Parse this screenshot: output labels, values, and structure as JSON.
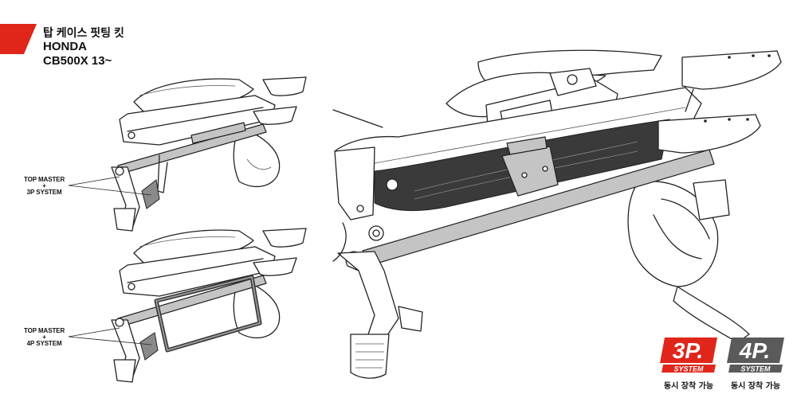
{
  "header": {
    "line1": "탑 케이스 핏팅 킷",
    "line2": "HONDA",
    "line3": "CB500X 13~"
  },
  "callouts": [
    {
      "line1": "TOP MASTER",
      "plus": "+",
      "line2": "3P SYSTEM"
    },
    {
      "line1": "TOP MASTER",
      "plus": "+",
      "line2": "4P SYSTEM"
    }
  ],
  "badges": [
    {
      "big": "3P.",
      "sub": "SYSTEM",
      "caption": "동시 장착 가능",
      "color": "#e0261b"
    },
    {
      "big": "4P.",
      "sub": "SYSTEM",
      "caption": "동시 장착 가능",
      "color": "#5a5a5a"
    }
  ],
  "colors": {
    "accent": "#e0261b",
    "rack": "#bdbdbd",
    "line": "#222222"
  }
}
